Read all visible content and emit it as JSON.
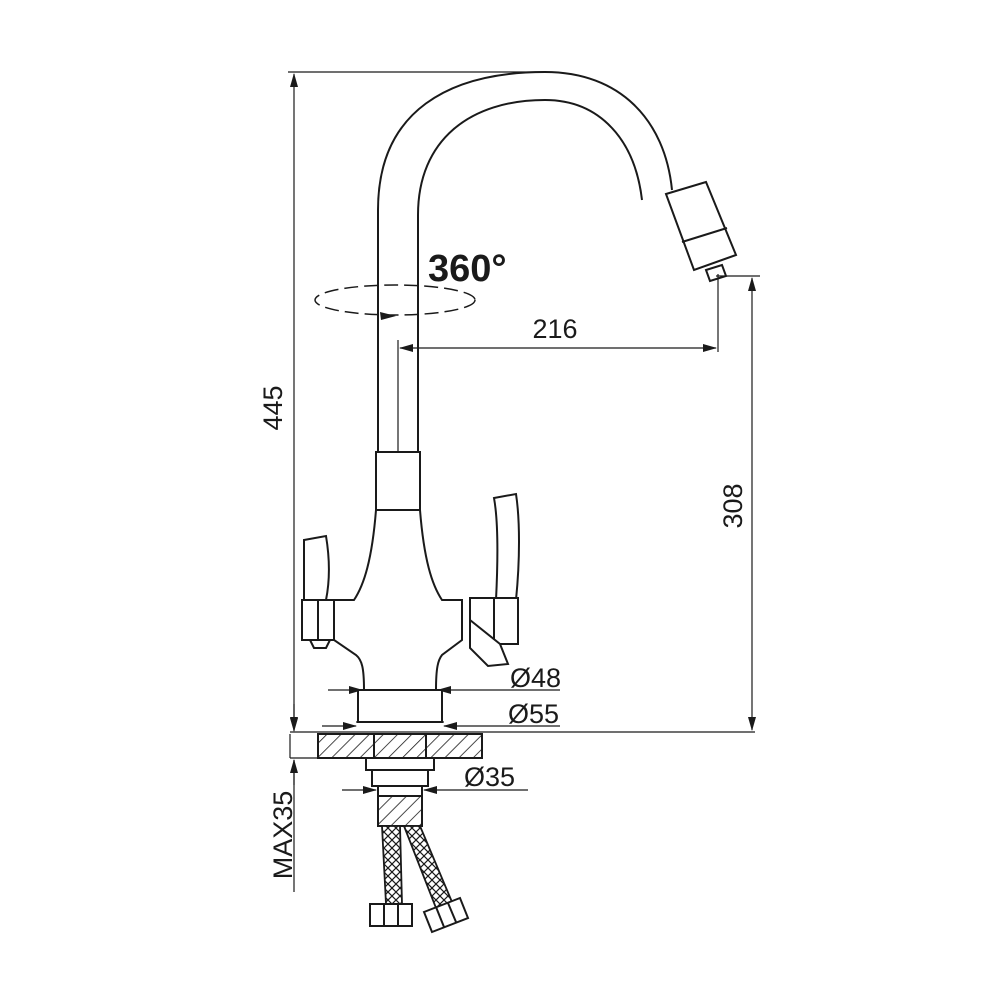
{
  "drawing": {
    "rotation_label": "360°",
    "dimensions": {
      "total_height": "445",
      "spout_reach": "216",
      "spout_height": "308",
      "base_diameter_inner": "Ø48",
      "base_diameter_outer": "Ø55",
      "shank_diameter": "Ø35",
      "max_deck_thickness": "MAX35"
    }
  }
}
